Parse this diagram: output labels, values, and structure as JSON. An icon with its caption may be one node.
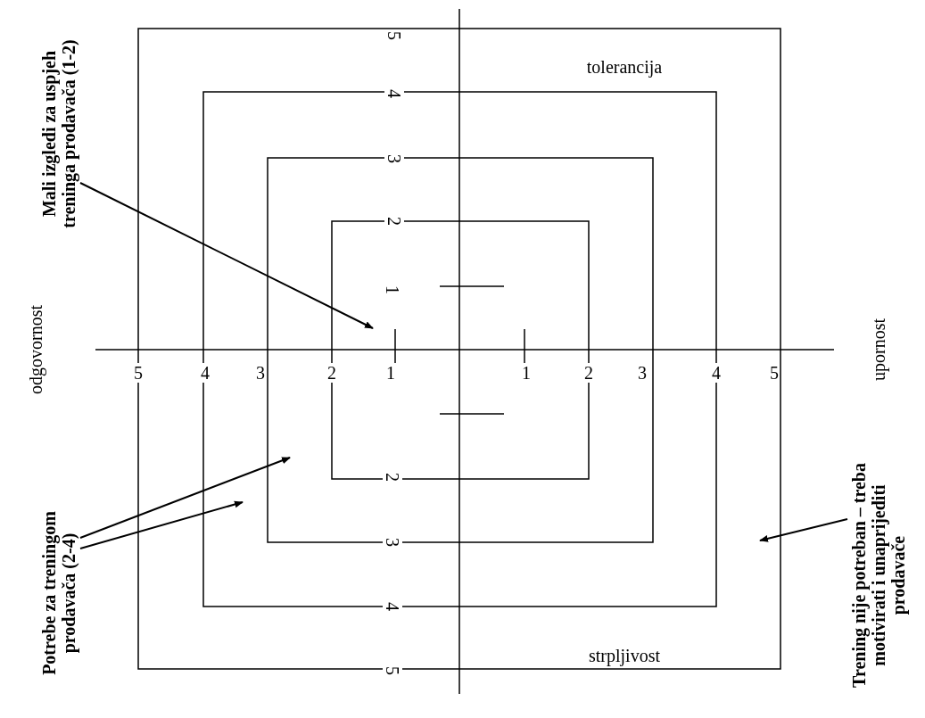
{
  "diagram": {
    "nodes": [
      {
        "text": [
          "Mali izgledi za uspjeh treninga prodavača (1-2)"
        ]
      },
      {
        "text": [
          "Potrebe za treningom prodavača (2-4)"
        ]
      },
      {
        "text": [
          "Trening nije potreban – treba motivirati i unaprijediti prodavače"
        ]
      }
    ],
    "edges": [
      {
        "from": 0,
        "to": null,
        "arrow": "to"
      },
      {
        "from": 1,
        "to": null,
        "arrow": "to"
      },
      {
        "from": 1,
        "to": null,
        "arrow": "to"
      },
      {
        "from": 2,
        "to": null,
        "arrow": "to"
      }
    ],
    "labels": [
      "5",
      "tolerancija",
      "4",
      "3",
      "2",
      "1",
      "odgovornost",
      "5",
      "4",
      "3",
      "2",
      "1",
      "1",
      "2",
      "3",
      "4",
      "5",
      "upornost",
      "2",
      "3",
      "4",
      "strpljivost",
      "5"
    ]
  }
}
